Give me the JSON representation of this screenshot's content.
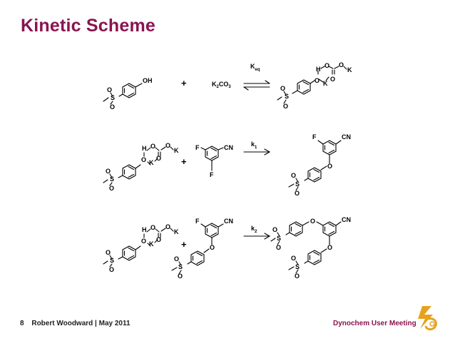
{
  "slide": {
    "title": "Kinetic Scheme",
    "page_number": "8",
    "author_date": "Robert Woodward | May 2011",
    "meeting": "Dynochem User Meeting"
  },
  "scheme": {
    "plus": "+",
    "reagent_k2co3": {
      "k": "K",
      "sub2": "2",
      "co": "CO",
      "sub3": "3"
    },
    "keq": {
      "main": "K",
      "sub": "eq"
    },
    "k1": {
      "main": "k",
      "sub": "1"
    },
    "k2": {
      "main": "k",
      "sub": "2"
    },
    "atoms": {
      "S": "S",
      "O": "O",
      "OH": "OH",
      "H": "H",
      "K": "K",
      "F": "F",
      "CN": "CN"
    }
  },
  "colors": {
    "title": "#8a1450",
    "footer_accent": "#8a1450",
    "logo": "#e6a21c"
  }
}
